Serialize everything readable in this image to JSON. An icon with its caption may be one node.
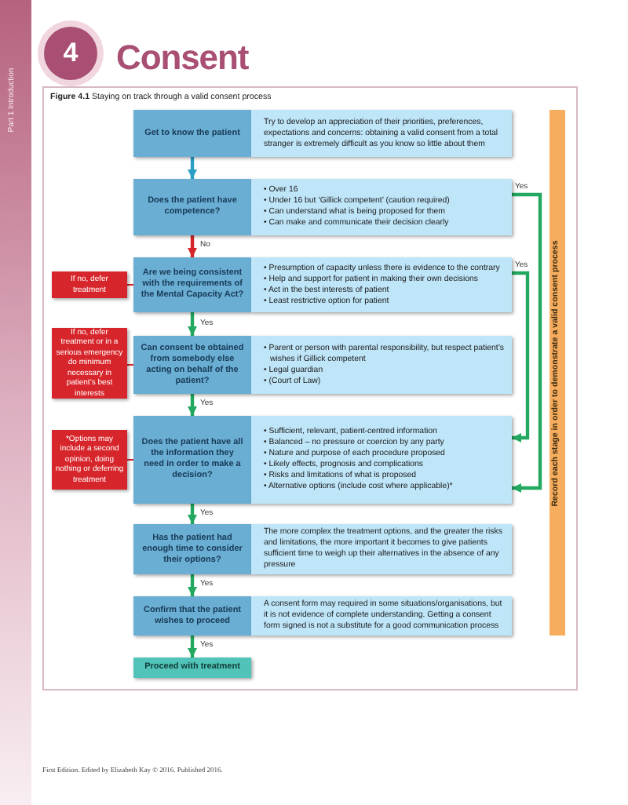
{
  "diagram": {
    "title": "Consent",
    "nodes": [
      {
        "text": [
          "Get to know the patient"
        ]
      },
      {
        "text": [
          "Try to develop an appreciation of their priorities, preferences, expectations and concerns: obtaining a valid consent from a total stranger is extremely difficult as you know so little about them"
        ]
      },
      {
        "text": [
          "Does the patient have competence?"
        ]
      },
      {
        "text": [
          "• Over 16",
          "• Under 16 but ‘Gillick competent’ (caution required)",
          "• Can understand what is being proposed for them",
          "• Can make and communicate their decision clearly"
        ]
      },
      {
        "text": [
          "Are we being consistent with the requirements of the Mental Capacity Act?"
        ]
      },
      {
        "text": [
          "• Presumption of capacity unless there is evidence to the contrary",
          "• Help and  support for patient in making their own decisions",
          "• Act in the best interests of patient",
          "• Least restrictive option for patient"
        ]
      },
      {
        "text": [
          "If no, defer treatment"
        ]
      },
      {
        "text": [
          "Can consent be obtained from somebody else acting on behalf of the patient?"
        ]
      },
      {
        "text": [
          "• Parent or person with parental responsibility, but respect patient’s wishes if Gillick competent",
          "• Legal guardian",
          "• (Court of Law)"
        ]
      },
      {
        "text": [
          "If no, defer treatment or in a serious emergency do minimum necessary in patient’s best interests"
        ]
      },
      {
        "text": [
          "Does the patient have all the information they need in order to make a decision?"
        ]
      },
      {
        "text": [
          "• Sufficient, relevant, patient-centred information",
          "• Balanced – no pressure or coercion by any party",
          "• Nature and purpose of each procedure proposed",
          "• Likely effects, prognosis and complications",
          "• Risks and limitations of what is proposed",
          "• Alternative options (include cost where applicable)*"
        ]
      },
      {
        "text": [
          "*Options may include a second opinion, doing nothing or deferring treatment"
        ]
      },
      {
        "text": [
          "Has the patient had enough time to consider their options?"
        ]
      },
      {
        "text": [
          "The more complex the treatment options, and the greater the risks and limitations, the more important it becomes to give patients sufficient time to weigh up their alternatives in the absence of any pressure"
        ]
      },
      {
        "text": [
          "Confirm that the patient wishes to proceed"
        ]
      },
      {
        "text": [
          "A consent form may required in some situations/organisations, but it is not evidence of complete understanding. Getting a consent form signed is not a substitute for a good communication process"
        ]
      },
      {
        "text": [
          "Proceed with treatment"
        ]
      },
      {
        "text": [
          "Record each stage in order to demonstrate a valid consent process"
        ]
      }
    ],
    "edges": [
      {
        "from": 0,
        "to": 2,
        "arrow": "to",
        "color": "#2a9fc6"
      },
      {
        "from": 2,
        "to": 4,
        "arrow": "to",
        "label": "No",
        "color": "#d7262b"
      },
      {
        "from": 4,
        "to": 7,
        "arrow": "to",
        "label": "Yes"
      },
      {
        "from": 7,
        "to": 10,
        "arrow": "to",
        "label": "Yes"
      },
      {
        "from": 10,
        "to": 13,
        "arrow": "to",
        "label": "Yes"
      },
      {
        "from": 13,
        "to": 15,
        "arrow": "to",
        "label": "Yes"
      },
      {
        "from": 15,
        "to": 17,
        "arrow": "to",
        "label": "Yes"
      },
      {
        "from": 3,
        "to": 11,
        "arrow": "to",
        "label": "Yes"
      },
      {
        "from": 5,
        "to": 11,
        "arrow": "to",
        "label": "Yes"
      },
      {
        "from": 6,
        "to": 4,
        "arrow": "none",
        "color": "#d7262b"
      },
      {
        "from": 9,
        "to": 7,
        "arrow": "none",
        "color": "#d7262b"
      },
      {
        "from": 12,
        "to": 10,
        "arrow": "none",
        "color": "#d7262b"
      }
    ],
    "labels": [
      "4",
      "Part 1 Introduction",
      "**Figure 4.1**  Staying on track through a valid consent process",
      "First Edition. Edited by Elizabeth Kay © 2016. Published 2016."
    ]
  }
}
